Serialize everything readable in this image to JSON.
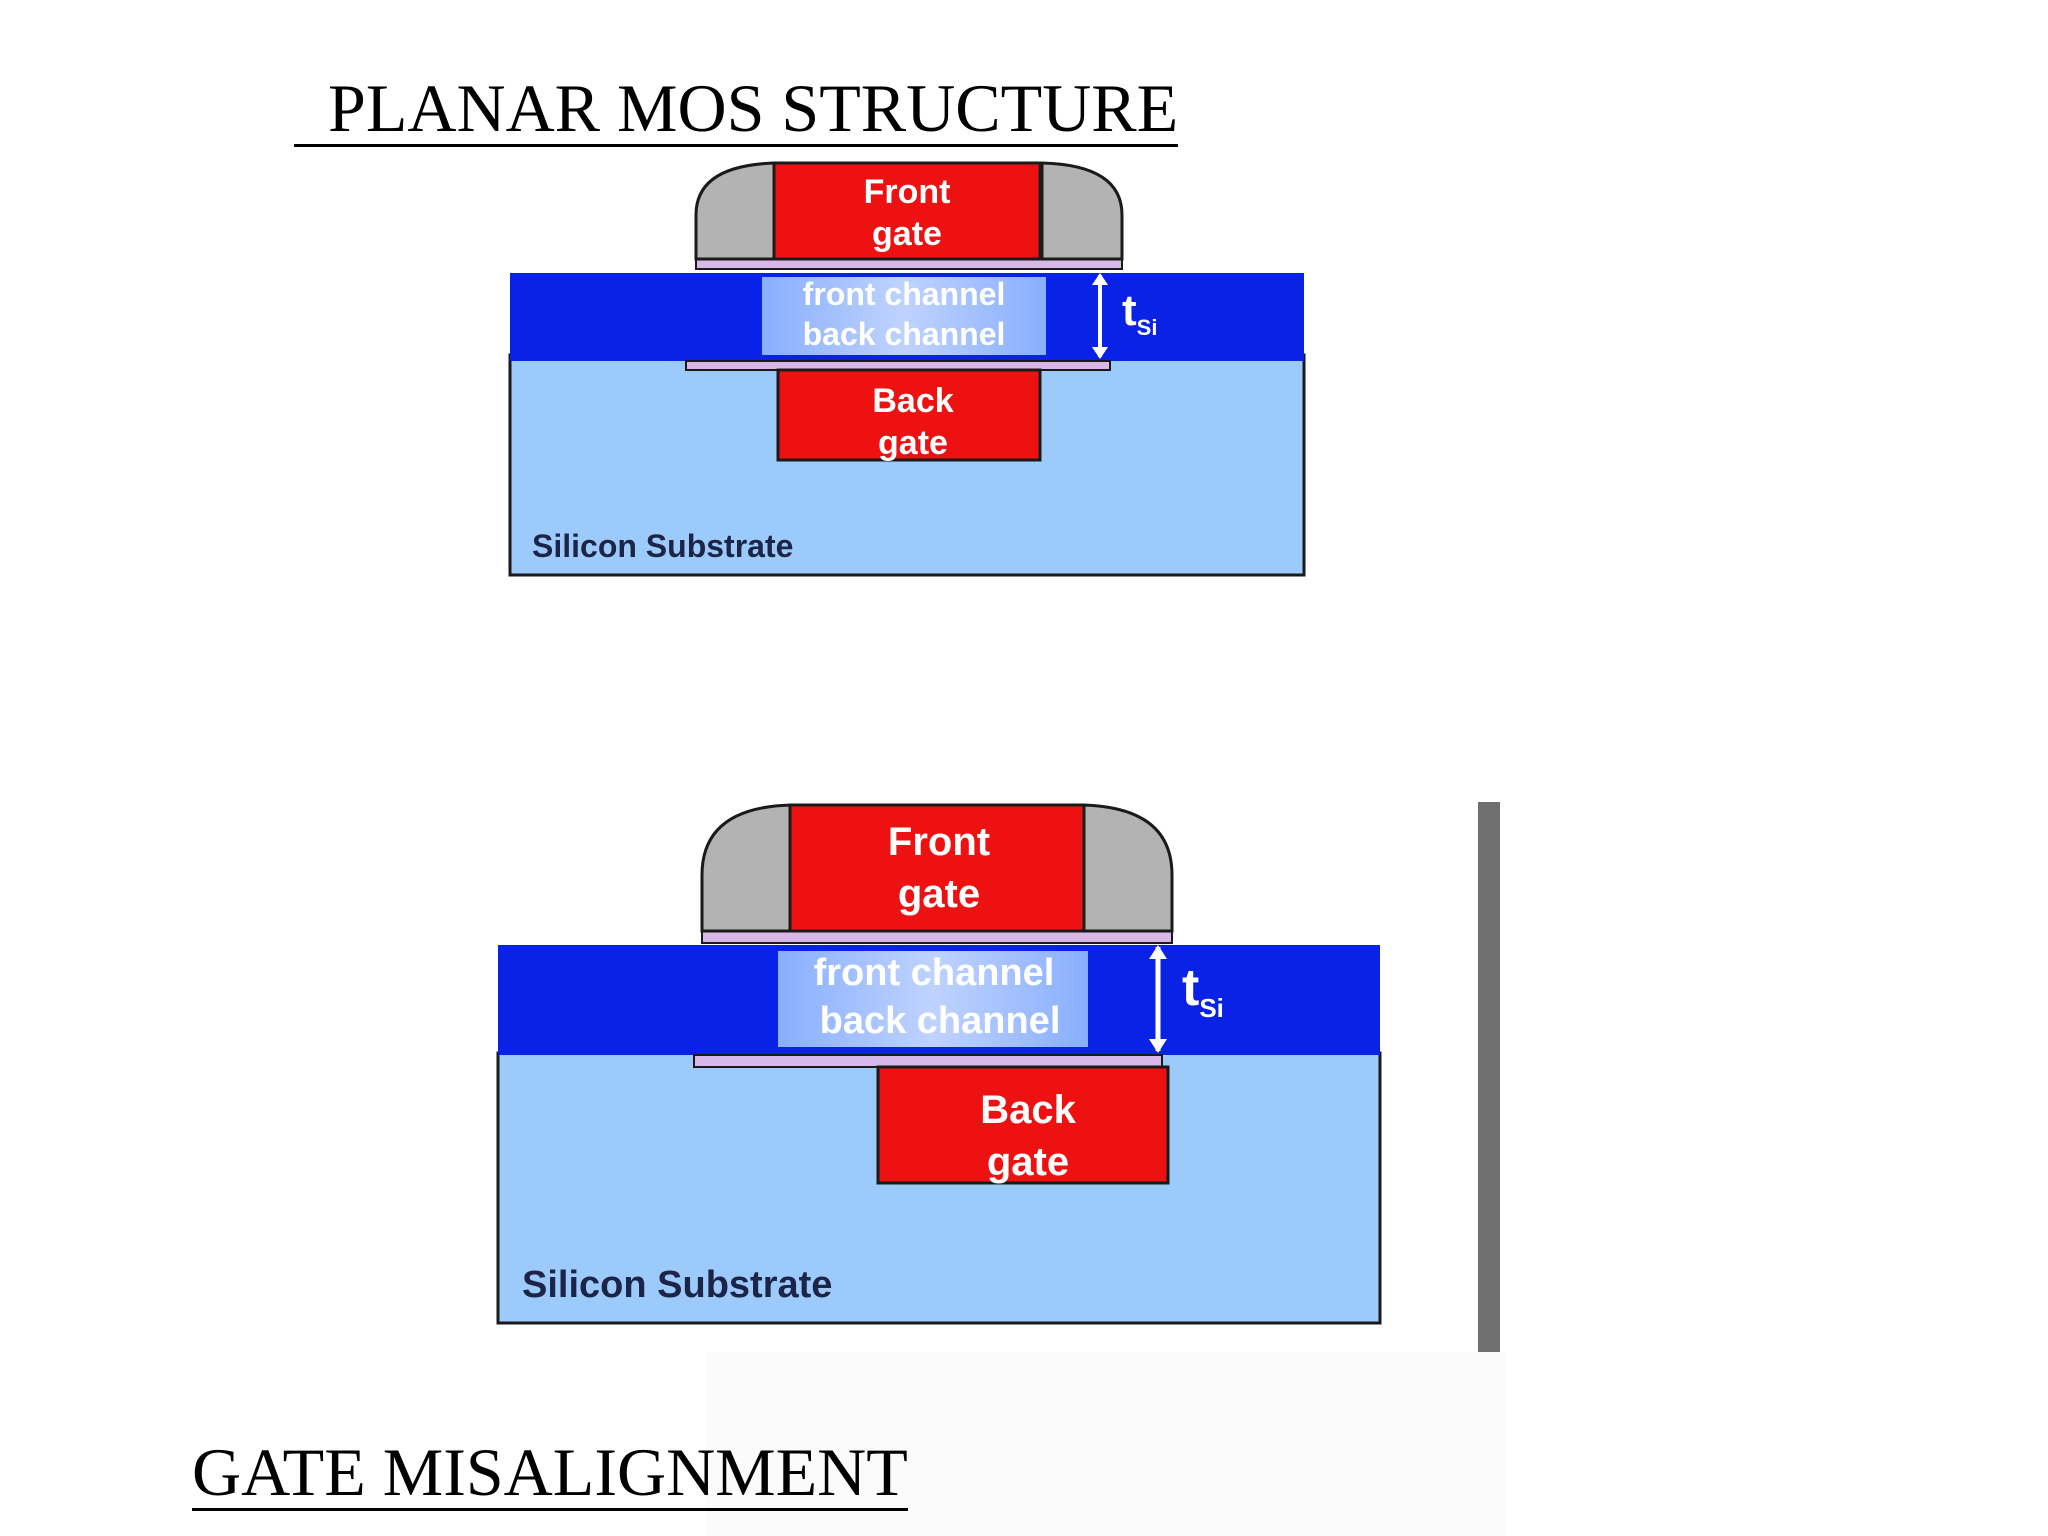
{
  "titles": {
    "top": "  PLANAR MOS STRUCTURE",
    "bottom": "GATE MISALIGNMENT"
  },
  "diagrams": {
    "top": {
      "front_gate": [
        "Front",
        "gate"
      ],
      "channel": [
        "front channel",
        "back channel"
      ],
      "tsi": {
        "t": "t",
        "sub": "Si"
      },
      "back_gate": [
        "Back",
        "gate"
      ],
      "substrate": "Silicon Substrate"
    },
    "bottom": {
      "front_gate": [
        "Front",
        "gate"
      ],
      "channel": [
        "front channel",
        "back channel"
      ],
      "tsi": {
        "t": "t",
        "sub": "Si"
      },
      "back_gate": [
        "Back",
        "gate"
      ],
      "substrate": "Silicon Substrate"
    }
  },
  "colors": {
    "substrate": "#9ccbfb",
    "silicon_film": "#0a22e6",
    "gate": "#ee1111",
    "spacer": "#b3b3b3",
    "gate_oxide": "#d8b8e8",
    "outline": "#1a1a1a"
  }
}
